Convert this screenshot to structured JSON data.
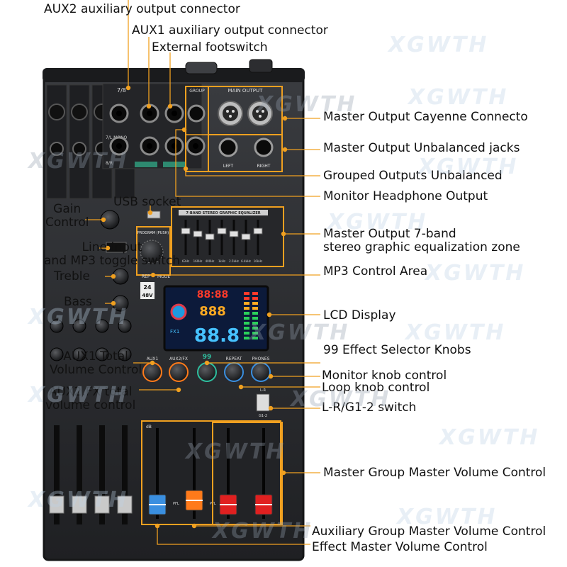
{
  "watermark": "XGWTH",
  "colors": {
    "callout": "#f0a020",
    "panel": "#2a2c30",
    "panel_edge": "#151617",
    "lcd_bg": "#0c1a3a",
    "lcd_cyan": "#46c2ff",
    "lcd_red": "#ff3a2a",
    "lcd_orange": "#ffaa22",
    "fader_blue": "#3a8fe0",
    "fader_orange": "#ff7a1a",
    "fader_red": "#e02020"
  },
  "panel_text": {
    "aux_jack_label": "7/8",
    "main_output": "MAIN OUTPUT",
    "group": "GROUP",
    "mono": "7/L MONO",
    "r": "8/R",
    "left": "LEFT",
    "right": "RIGHT",
    "eq_title": "7-BAND STEREO GRAPHIC EQUALIZER",
    "eq_freqs": [
      "63Hz",
      "160Hz",
      "400Hz",
      "1kHz",
      "2.5kHz",
      "6.4kHz",
      "16kHz"
    ],
    "program": "PROGRAM (PUSH)",
    "rep": "REP",
    "mode": "MODE",
    "knob_aux1": "AUX1",
    "knob_auxfx": "AUX2/FX",
    "knob_repeat": "REPEAT",
    "knob_phones": "PHONES",
    "lcd_top": "88:88",
    "lcd_mid": "888",
    "lcd_big": "88.8",
    "lcd_fx": "FX1",
    "effect_count": "99",
    "badge_24": "24",
    "badge_48": "48V",
    "switch_lr": "L-R",
    "switch_g12": "G1-2",
    "pfl": "PFL",
    "db": "dB"
  },
  "labels": [
    {
      "id": "aux2-out",
      "text": "AUX2 auxiliary output connector"
    },
    {
      "id": "aux1-out",
      "text": "AUX1 auxiliary output connector"
    },
    {
      "id": "footswitch",
      "text": "External footswitch"
    },
    {
      "id": "master-cayenne",
      "text": "Master Output Cayenne Connecto"
    },
    {
      "id": "master-unbal",
      "text": "Master Output Unbalanced jacks"
    },
    {
      "id": "grouped-unbal",
      "text": "Grouped Outputs Unbalanced"
    },
    {
      "id": "monitor-headphone",
      "text": "Monitor Headphone Output"
    },
    {
      "id": "usb",
      "text": "USB socket"
    },
    {
      "id": "gain",
      "text": "Gain\nControl"
    },
    {
      "id": "eq-zone",
      "text": "Master Output 7-band\nstereo graphic equalization zone"
    },
    {
      "id": "line-mp3",
      "text": "Line Input\nand MP3 toggle switch"
    },
    {
      "id": "mp3-area",
      "text": "MP3 Control Area"
    },
    {
      "id": "treble",
      "text": "Treble"
    },
    {
      "id": "bass",
      "text": "Bass"
    },
    {
      "id": "lcd",
      "text": "LCD Display"
    },
    {
      "id": "effect-knobs",
      "text": "99 Effect Selector Knobs"
    },
    {
      "id": "aux1-total",
      "text": "AUX1 Total\nVolume Control"
    },
    {
      "id": "monitor-knob",
      "text": "Monitor knob control"
    },
    {
      "id": "loop-knob",
      "text": "Loop knob control"
    },
    {
      "id": "aux2fx-total",
      "text": "AUX2.FX total\nvolume control"
    },
    {
      "id": "lr-switch",
      "text": "L-R/G1-2 switch"
    },
    {
      "id": "master-group",
      "text": "Master Group Master Volume Control"
    },
    {
      "id": "aux-group",
      "text": "Auxiliary Group Master Volume Control"
    },
    {
      "id": "effect-master",
      "text": "Effect Master Volume Control"
    }
  ]
}
